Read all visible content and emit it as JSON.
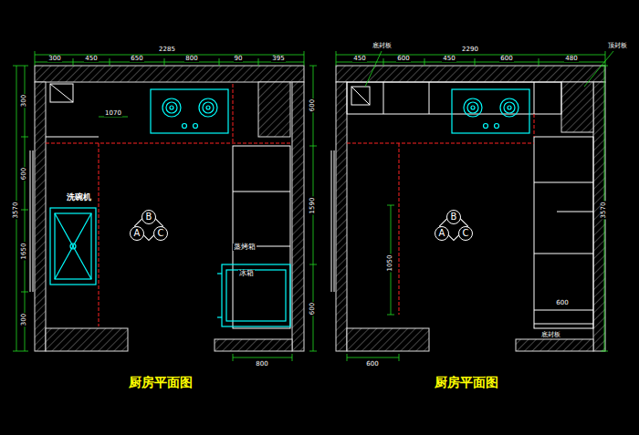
{
  "diagram": {
    "nodes": [
      {
        "text": [
          "B"
        ]
      },
      {
        "text": [
          "A"
        ]
      },
      {
        "text": [
          "C"
        ]
      },
      {
        "text": [
          "B"
        ]
      },
      {
        "text": [
          "A"
        ]
      },
      {
        "text": [
          "C"
        ]
      }
    ],
    "labels": [
      "2285",
      "300",
      "450",
      "650",
      "800",
      "90",
      "395",
      "3570",
      "300",
      "600",
      "1650",
      "300",
      "600",
      "1590",
      "600",
      "洗碗机",
      "蒸烤箱",
      "冰箱",
      "1070",
      "800",
      "厨房平面图",
      "2290",
      "450",
      "600",
      "450",
      "600",
      "480",
      "底封板",
      "顶封板",
      "3570",
      "1050",
      "600",
      "底封板",
      "600",
      "厨房平面图"
    ]
  }
}
